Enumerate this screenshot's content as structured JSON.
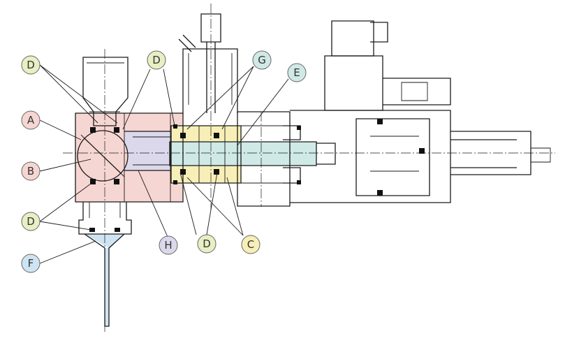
{
  "colors": {
    "body": "#f6d6d2",
    "ball": "#f6d6d2",
    "passage": "#dcd8ec",
    "seal_block": "#f7efb7",
    "stem": "#cfe9e6",
    "tip": "#cfe4f3"
  },
  "callouts": [
    {
      "label": "D",
      "fill": "#e7efc4"
    },
    {
      "label": "A",
      "fill": "#f6d6d2"
    },
    {
      "label": "B",
      "fill": "#f6d6d2"
    },
    {
      "label": "D",
      "fill": "#e7efc4"
    },
    {
      "label": "F",
      "fill": "#cfe4f3"
    },
    {
      "label": "D",
      "fill": "#e7efc4"
    },
    {
      "label": "H",
      "fill": "#dcd8ec"
    },
    {
      "label": "D",
      "fill": "#e7efc4"
    },
    {
      "label": "C",
      "fill": "#f7efb7"
    },
    {
      "label": "G",
      "fill": "#cfe9e6"
    },
    {
      "label": "E",
      "fill": "#cfe9e6"
    }
  ]
}
